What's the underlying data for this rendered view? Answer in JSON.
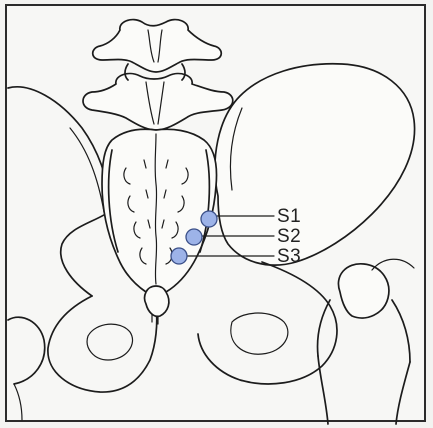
{
  "labels": {
    "s1": "S1",
    "s2": "S2",
    "s3": "S3"
  },
  "colors": {
    "point_fill": "#9db3e8",
    "point_stroke": "#3a4f88",
    "ink": "#1c1c1c",
    "background": "#f7f7f5"
  }
}
